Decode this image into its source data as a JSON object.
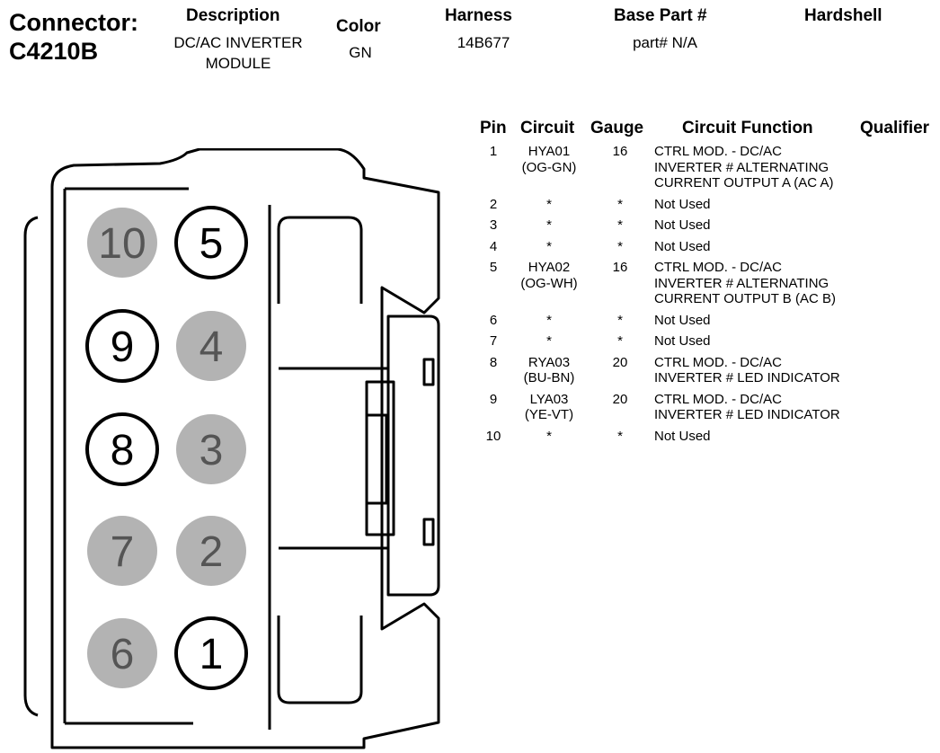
{
  "header": {
    "connector_label": "Connector:",
    "connector_id": "C4210B",
    "description_label": "Description",
    "description_value": [
      "DC/AC INVERTER",
      "MODULE"
    ],
    "color_label": "Color",
    "color_value": "GN",
    "harness_label": "Harness",
    "harness_value": "14B677",
    "base_part_label": "Base Part #",
    "base_part_value": "part# N/A",
    "hardshell_label": "Hardshell"
  },
  "table": {
    "columns": [
      "Pin",
      "Circuit",
      "Gauge",
      "Circuit Function",
      "Qualifier"
    ],
    "rows": [
      {
        "pin": "1",
        "circuit": [
          "HYA01",
          "(OG-GN)"
        ],
        "gauge": "16",
        "function": [
          "CTRL MOD. - DC/AC",
          "INVERTER # ALTERNATING",
          "CURRENT OUTPUT A (AC A)"
        ]
      },
      {
        "pin": "2",
        "circuit": [
          "*"
        ],
        "gauge": "*",
        "function": [
          "Not Used"
        ]
      },
      {
        "pin": "3",
        "circuit": [
          "*"
        ],
        "gauge": "*",
        "function": [
          "Not Used"
        ]
      },
      {
        "pin": "4",
        "circuit": [
          "*"
        ],
        "gauge": "*",
        "function": [
          "Not Used"
        ]
      },
      {
        "pin": "5",
        "circuit": [
          "HYA02",
          "(OG-WH)"
        ],
        "gauge": "16",
        "function": [
          "CTRL MOD. - DC/AC",
          "INVERTER # ALTERNATING",
          "CURRENT OUTPUT B (AC B)"
        ]
      },
      {
        "pin": "6",
        "circuit": [
          "*"
        ],
        "gauge": "*",
        "function": [
          "Not Used"
        ]
      },
      {
        "pin": "7",
        "circuit": [
          "*"
        ],
        "gauge": "*",
        "function": [
          "Not Used"
        ]
      },
      {
        "pin": "8",
        "circuit": [
          "RYA03",
          "(BU-BN)"
        ],
        "gauge": "20",
        "function": [
          "CTRL MOD. - DC/AC",
          "INVERTER # LED INDICATOR"
        ]
      },
      {
        "pin": "9",
        "circuit": [
          "LYA03",
          "(YE-VT)"
        ],
        "gauge": "20",
        "function": [
          "CTRL MOD. - DC/AC",
          "INVERTER # LED INDICATOR"
        ]
      },
      {
        "pin": "10",
        "circuit": [
          "*"
        ],
        "gauge": "*",
        "function": [
          "Not Used"
        ]
      }
    ]
  },
  "connector_pins": [
    {
      "label": "10",
      "used": false
    },
    {
      "label": "5",
      "used": true
    },
    {
      "label": "9",
      "used": true
    },
    {
      "label": "4",
      "used": false
    },
    {
      "label": "8",
      "used": true
    },
    {
      "label": "3",
      "used": false
    },
    {
      "label": "7",
      "used": false
    },
    {
      "label": "2",
      "used": false
    },
    {
      "label": "6",
      "used": false
    },
    {
      "label": "1",
      "used": true
    }
  ],
  "colors": {
    "unused_pin_fill": "#b3b3b3",
    "unused_pin_text": "#555555",
    "used_pin_fill": "#ffffff",
    "outline": "#000000"
  }
}
